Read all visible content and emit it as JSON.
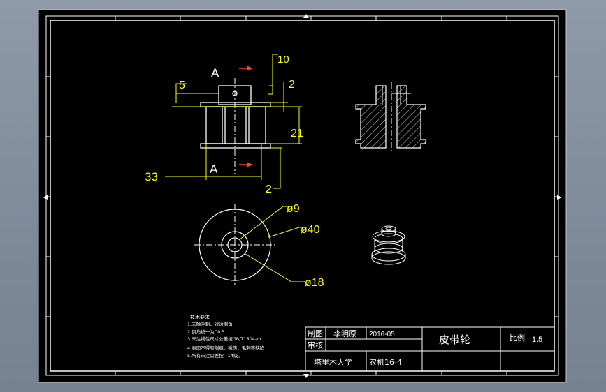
{
  "colors": {
    "background": "#7f8b99",
    "sheet": "#000000",
    "frame": "#ffffff",
    "dimension": "#ffff00",
    "center_mark": "#ff4a00"
  },
  "front_view": {
    "section_label_top": "A",
    "section_label_bottom": "A",
    "dims": [
      "10",
      "5",
      "2",
      "21",
      "33",
      "2"
    ]
  },
  "top_view": {
    "dims": [
      "ø9",
      "ø40",
      "ø18"
    ]
  },
  "notes": {
    "title": "技术要求",
    "lines": [
      "1.去除毛刺，锐边倒角",
      "2.倒角统一为C0.5",
      "3.未注线性尺寸公差按GB/T1804-m",
      "4.表面不得有划痕、碰伤、毛刺等缺陷",
      "5.所有未注公差按IT14级。"
    ]
  },
  "title_block": {
    "label_drawn": "制图",
    "drawn_by": "李明原",
    "date": "2016-05",
    "label_check": "审核",
    "part_name": "皮带轮",
    "label_scale": "比例",
    "scale": "1:5",
    "school": "塔里木大学",
    "class": "农机16-4"
  }
}
